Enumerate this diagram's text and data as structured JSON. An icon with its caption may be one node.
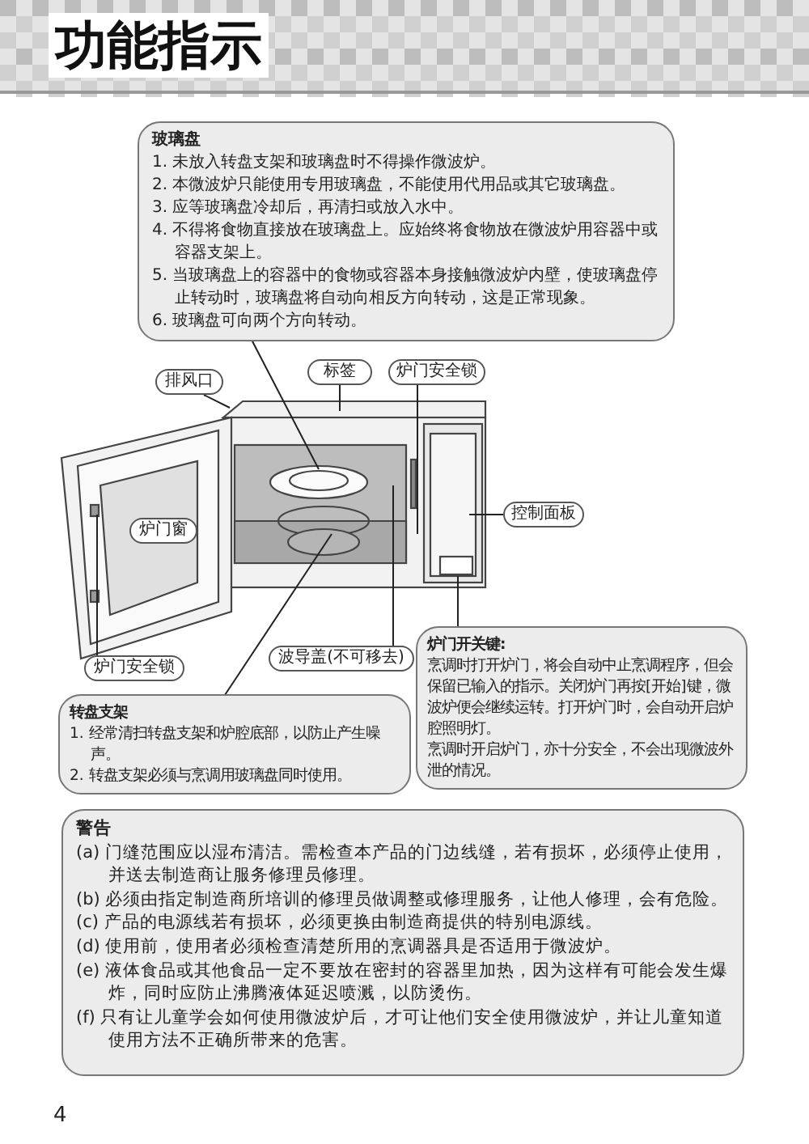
{
  "diagram": {
    "title": "功能指示",
    "nodes": [
      {
        "text": [
          "玻璃盘",
          "1. 未放入转盘支架和玻璃盘时不得操作微波炉。",
          "2. 本微波炉只能使用专用玻璃盘，不能使用代用品或其它玻璃盘。",
          "3. 应等玻璃盘冷却后，再清扫或放入水中。",
          "4. 不得将食物直接放在玻璃盘上。应始终将食物放在微波炉用容器中或容器支架上。",
          "5. 当玻璃盘上的容器中的食物或容器本身接触微波炉内壁，使玻璃盘停止转动时，玻璃盘将自动向相反方向转动，这是正常现象。",
          "6. 玻璃盘可向两个方向转动。"
        ]
      },
      {
        "text": [
          "排风口"
        ]
      },
      {
        "text": [
          "标签"
        ]
      },
      {
        "text": [
          "炉门安全锁"
        ]
      },
      {
        "text": [
          "控制面板"
        ]
      },
      {
        "text": [
          "炉门窗"
        ]
      },
      {
        "text": [
          "炉门安全锁"
        ]
      },
      {
        "text": [
          "波导盖(不可移去)"
        ]
      },
      {
        "text": [
          "转盘支架",
          "1. 经常清扫转盘支架和炉腔底部，以防止产生噪声。",
          "2. 转盘支架必须与烹调用玻璃盘同时使用。"
        ]
      },
      {
        "text": [
          "炉门开关键:",
          "烹调时打开炉门，将会自动中止烹调程序，但会保留已输入的指示。关闭炉门再按[开始]键，微波炉便会继续运转。打开炉门时，会自动开启炉腔照明灯。",
          "烹调时开启炉门，亦十分安全，不会出现微波外泄的情况。"
        ]
      },
      {
        "text": [
          "警告",
          "(a) 门缝范围应以湿布清洁。需检查本产品的门边线缝，若有损坏，必须停止使用，并送去制造商让服务修理员修理。",
          "(b) 必须由指定制造商所培训的修理员做调整或修理服务，让他人修理，会有危险。",
          "(c) 产品的电源线若有损坏，必须更换由制造商提供的特别电源线。",
          "(d) 使用前，使用者必须检查清楚所用的烹调器具是否适用于微波炉。",
          "(e) 液体食品或其他食品一定不要放在密封的容器里加热，因为这样有可能会发生爆炸，同时应防止沸腾液体延迟喷溅，以防烫伤。",
          "(f) 只有让儿童学会如何使用微波炉后，才可让他们安全使用微波炉，并让儿童知道使用方法不正确所带来的危害。"
        ]
      }
    ],
    "edges": [
      {
        "from": 0,
        "to": null,
        "arrow": "none"
      },
      {
        "from": 1,
        "to": null,
        "arrow": "none"
      },
      {
        "from": 2,
        "to": null,
        "arrow": "none"
      },
      {
        "from": 3,
        "to": null,
        "arrow": "none"
      },
      {
        "from": 4,
        "to": null,
        "arrow": "none"
      },
      {
        "from": 6,
        "to": null,
        "arrow": "none"
      },
      {
        "from": 7,
        "to": null,
        "arrow": "none"
      },
      {
        "from": 8,
        "to": null,
        "arrow": "none"
      },
      {
        "from": 9,
        "to": null,
        "arrow": "none"
      }
    ],
    "labels": [
      "4"
    ]
  }
}
